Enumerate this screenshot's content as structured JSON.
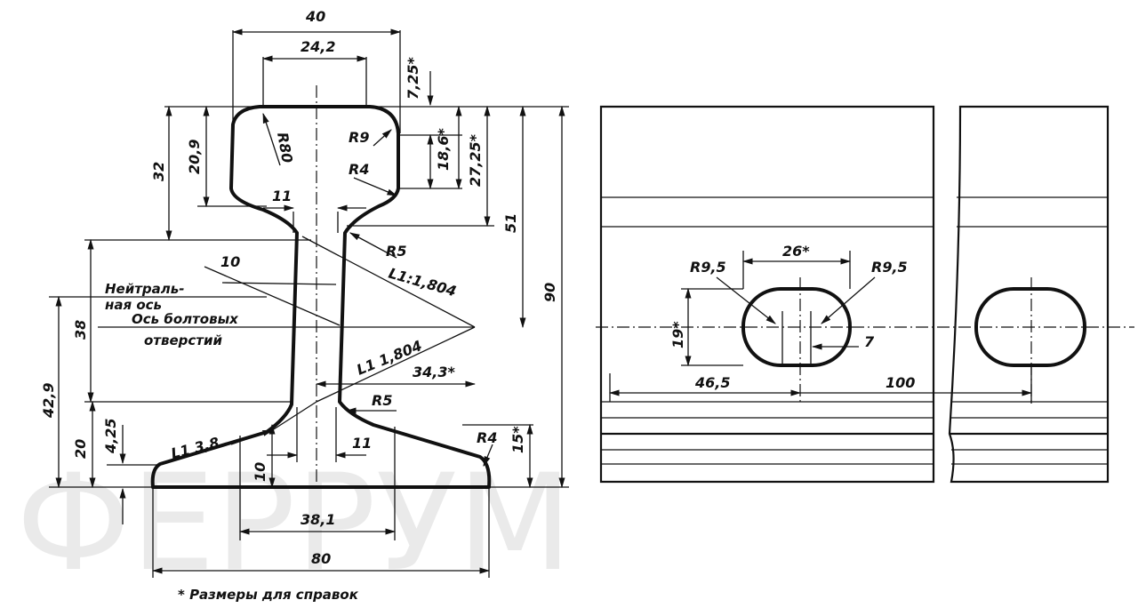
{
  "watermark": "ФЕРРУМ",
  "footnote": "* Размеры для справок",
  "labels": {
    "neutral_axis_1": "Нейтраль-",
    "neutral_axis_2": "ная ось",
    "bolt_axis_1": "Ось болтовых",
    "bolt_axis_2": "отверстий"
  },
  "profile_dims": {
    "d40": "40",
    "d24_2": "24,2",
    "d7_25": "7,25*",
    "d32": "32",
    "d20_9": "20,9",
    "r80": "R80",
    "r9": "R9",
    "d18_6": "18,6*",
    "d27_25": "27,25*",
    "r4_head": "R4",
    "d11_top": "11",
    "d51": "51",
    "d90": "90",
    "r5_top": "R5",
    "slope_top": "L1:1,804",
    "d10_web": "10",
    "d38": "38",
    "d42_9": "42,9",
    "slope_bot": "L1 1,804",
    "d34_3": "34,3*",
    "r5_bot": "R5",
    "d20": "20",
    "d4_25": "4,25",
    "slope_foot": "L1 3,8",
    "d11_bot": "11",
    "r4_foot": "R4",
    "d15": "15*",
    "d10_foot": "10",
    "d38_1": "38,1",
    "d80": "80"
  },
  "side_dims": {
    "d26": "26*",
    "r9_5_left": "R9,5",
    "r9_5_right": "R9,5",
    "d19": "19*",
    "d7": "7",
    "d46_5": "46,5",
    "d100": "100"
  }
}
